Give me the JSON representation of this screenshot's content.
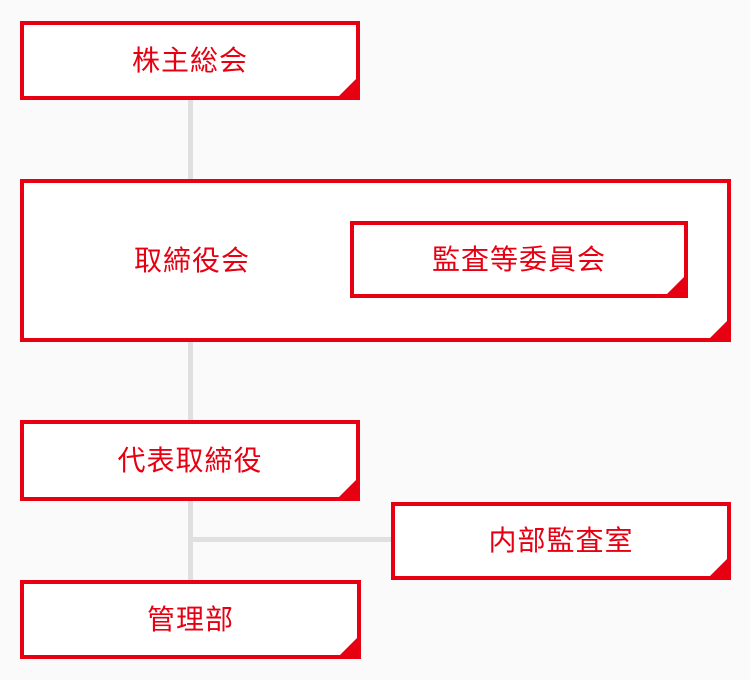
{
  "colors": {
    "accent": "#e60012",
    "box_background": "#ffffff",
    "page_background": "#fafafa",
    "connector": "#e0e0e0"
  },
  "org_chart": {
    "type": "organization-chart",
    "nodes": [
      {
        "id": "shareholders-meeting",
        "label": "株主総会"
      },
      {
        "id": "board-of-directors",
        "label": "取締役会"
      },
      {
        "id": "audit-supervisory-committee",
        "label": "監査等委員会",
        "contained_in": "取締役会"
      },
      {
        "id": "representative-director",
        "label": "代表取締役"
      },
      {
        "id": "internal-audit-office",
        "label": "内部監査室"
      },
      {
        "id": "administration-department",
        "label": "管理部"
      }
    ],
    "edges": [
      {
        "from": "株主総会",
        "to": "取締役会"
      },
      {
        "from": "取締役会",
        "to": "代表取締役"
      },
      {
        "from": "代表取締役",
        "to": "管理部"
      },
      {
        "from": "代表取締役",
        "to": "内部監査室"
      }
    ]
  }
}
